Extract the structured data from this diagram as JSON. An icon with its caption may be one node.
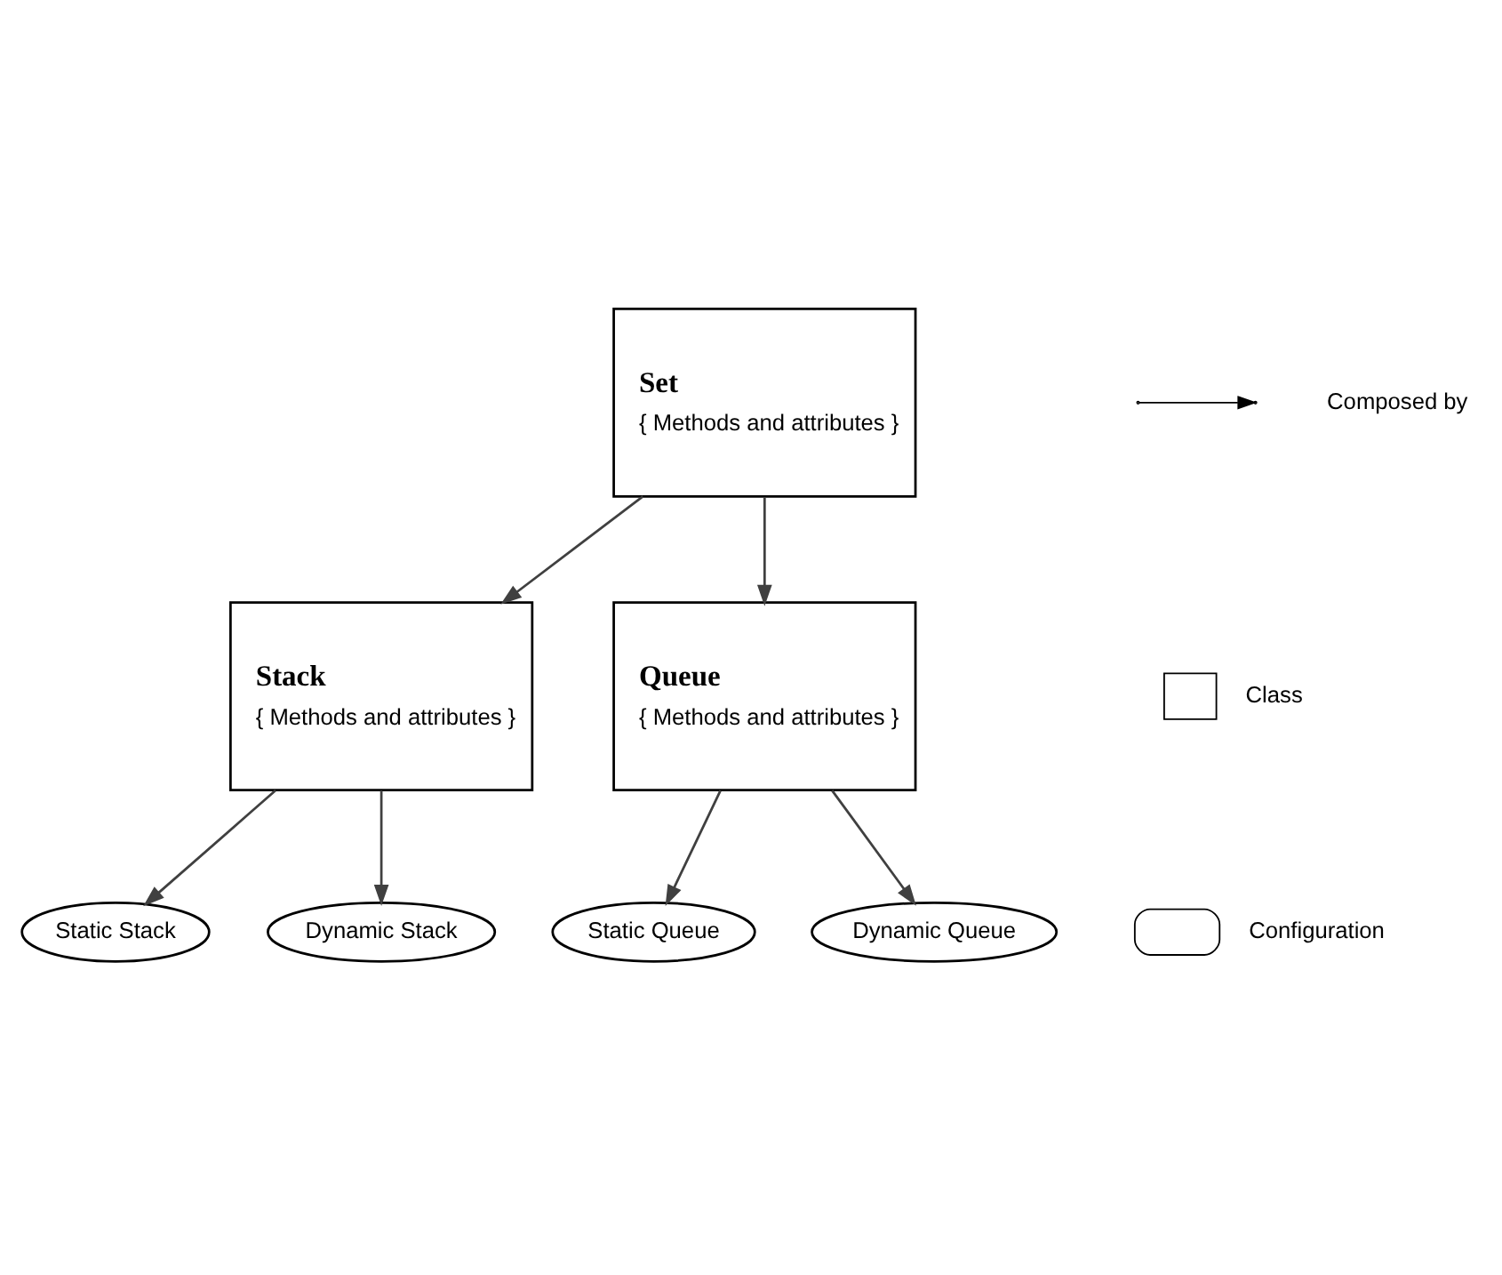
{
  "diagram": {
    "nodes": [
      {
        "text": [
          "Set",
          "{ Methods and attributes }"
        ]
      },
      {
        "text": [
          "Stack",
          "{ Methods and attributes }"
        ]
      },
      {
        "text": [
          "Queue",
          "{ Methods and attributes }"
        ]
      },
      {
        "text": [
          "Static Stack"
        ]
      },
      {
        "text": [
          "Dynamic Stack"
        ]
      },
      {
        "text": [
          "Static Queue"
        ]
      },
      {
        "text": [
          "Dynamic Queue"
        ]
      }
    ],
    "edges": [
      {
        "from": 0,
        "to": 1,
        "arrow": "to"
      },
      {
        "from": 0,
        "to": 2,
        "arrow": "to"
      },
      {
        "from": 1,
        "to": 3,
        "arrow": "to"
      },
      {
        "from": 1,
        "to": 4,
        "arrow": "to"
      },
      {
        "from": 2,
        "to": 5,
        "arrow": "to"
      },
      {
        "from": 2,
        "to": 6,
        "arrow": "to"
      }
    ],
    "legend": [
      {
        "text": "Composed by"
      },
      {
        "text": "Class"
      },
      {
        "text": "Configuration"
      }
    ]
  }
}
